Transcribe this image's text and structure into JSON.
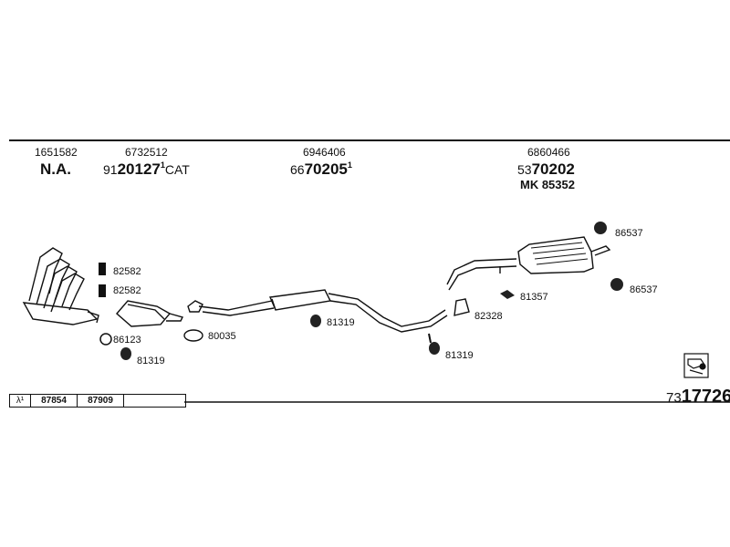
{
  "header": {
    "col1": {
      "part_no": "1651582",
      "code": "N.A."
    },
    "col2": {
      "part_no": "6732512",
      "code_prefix": "91",
      "code_main": "20127",
      "code_suffix": "1",
      "code_note": "CAT"
    },
    "col3": {
      "part_no": "6946406",
      "code_prefix": "66",
      "code_main": "70205",
      "code_suffix": "1"
    },
    "col4": {
      "part_no": "6860466",
      "code_prefix": "53",
      "code_main": "70202",
      "mounting_kit": "MK 85352"
    }
  },
  "callouts": {
    "gasket_upper": "82582",
    "gasket_lower": "82582",
    "ring": "86123",
    "hanger_left": "81319",
    "flange_gasket": "80035",
    "hanger_middle": "81319",
    "hanger_right": "81319",
    "clamp": "82328",
    "bracket": "81357",
    "rubber_top": "86537",
    "rubber_bottom": "86537"
  },
  "lambda_table": {
    "symbol": "λ¹",
    "cells": [
      "87854",
      "87909",
      ""
    ]
  },
  "footer": {
    "number_prefix": "73",
    "number_main": "17726"
  },
  "icons": [
    "technical-drawing-icon"
  ]
}
